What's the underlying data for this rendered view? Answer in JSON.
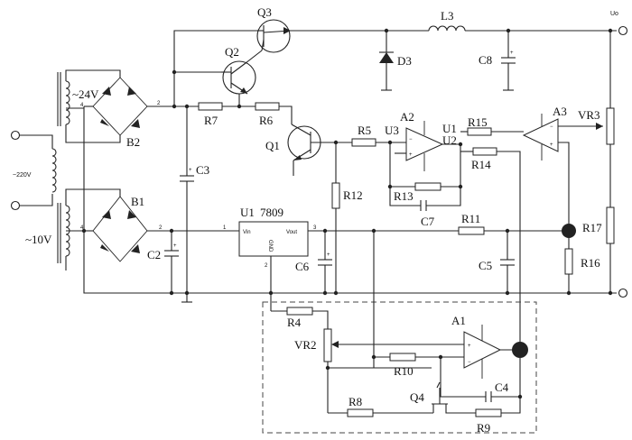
{
  "transformers": {
    "top_secondary": "~24V",
    "bottom_secondary": "~10V",
    "primary": "~220V",
    "pin_top": "4",
    "pin_bottom": "4"
  },
  "bridges": {
    "top": "B2",
    "bottom": "B1",
    "pin_top": "2",
    "pin_bottom": "2"
  },
  "transistors": {
    "q1": "Q1",
    "q2": "Q2",
    "q3": "Q3",
    "q4": "Q4"
  },
  "diode": "D3",
  "inductor": "L3",
  "capacitors": {
    "c2": "C2",
    "c3": "C3",
    "c4": "C4",
    "c5": "C5",
    "c6": "C6",
    "c7": "C7",
    "c8": "C8"
  },
  "resistors": {
    "r4": "R4",
    "r5": "R5",
    "r6": "R6",
    "r7": "R7",
    "r8": "R8",
    "r9": "R9",
    "r10": "R10",
    "r11": "R11",
    "r12": "R12",
    "r13": "R13",
    "r14": "R14",
    "r15": "R15",
    "r16": "R16",
    "r17": "R17"
  },
  "pots": {
    "vr2": "VR2",
    "vr3": "VR3"
  },
  "opamps": {
    "a1": "A1",
    "a2": "A2",
    "a3": "A3",
    "u1": "U1",
    "u2": "U2",
    "u3": "U3"
  },
  "regulator": {
    "ref": "U1",
    "part": "7809",
    "vin": "Vin",
    "vout": "Vout",
    "gnd": "GND",
    "pin1": "1",
    "pin2": "2",
    "pin3": "3"
  },
  "output_label": "Uo",
  "signs": {
    "minus": "−",
    "plus": "+",
    "cap_plus": "+"
  }
}
